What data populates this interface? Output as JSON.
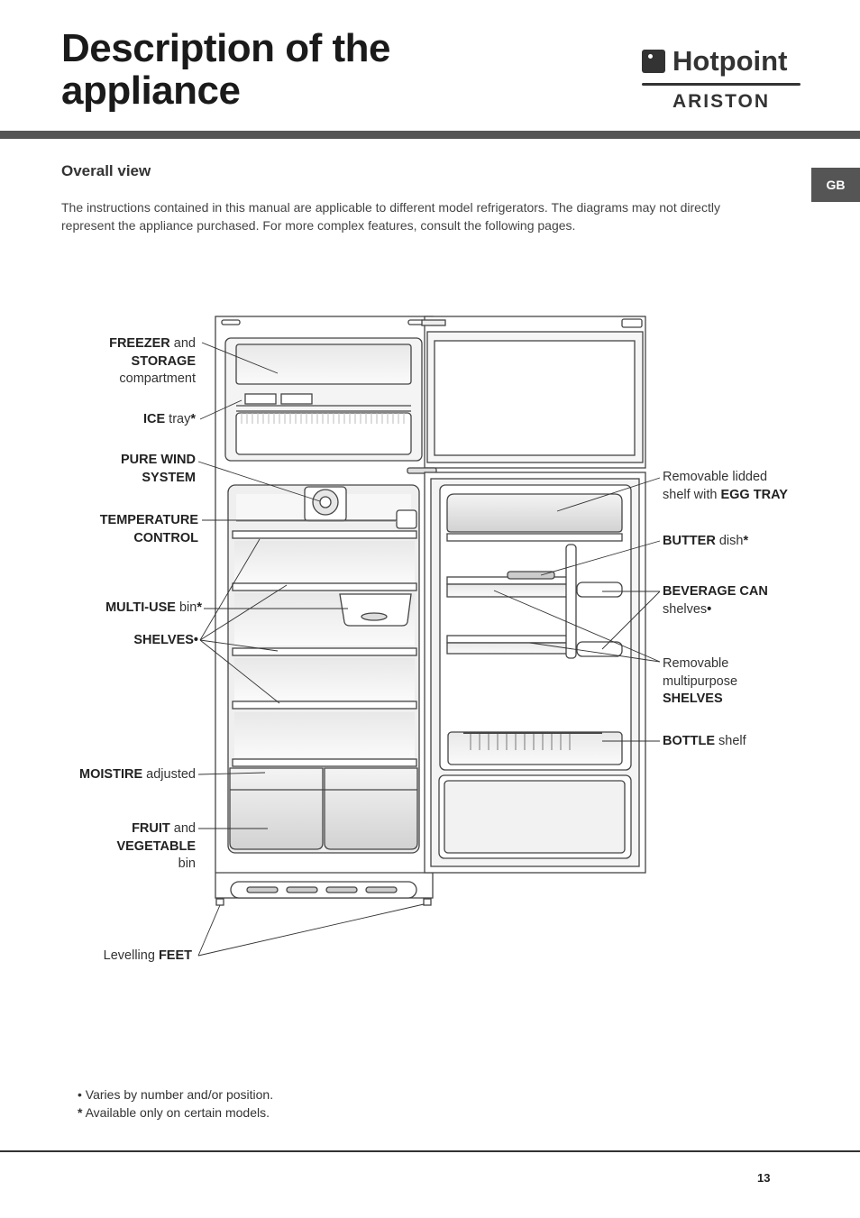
{
  "header": {
    "title_line1": "Description of the",
    "title_line2": "appliance",
    "logo_brand": "Hotpoint",
    "logo_sub": "ARISTON",
    "lang_tab": "GB"
  },
  "section": {
    "title": "Overall view",
    "intro_line1": "The instructions contained in this manual are applicable to different model refrigerators. The diagrams may not directly",
    "intro_line2": "represent the appliance purchased. For more complex features, consult the following pages."
  },
  "labels": {
    "freezer": {
      "b1": "FREEZER",
      "t1": " and",
      "b2": "STORAGE",
      "t3": "compartment"
    },
    "ice": {
      "b1": "ICE",
      "t1": " tray",
      "mark": "*"
    },
    "purewind": {
      "b1": "PURE WIND",
      "b2": "SYSTEM"
    },
    "temperature": {
      "b1": "TEMPERATURE",
      "b2": "CONTROL"
    },
    "multiuse": {
      "b1": "MULTI-USE",
      "t1": " bin",
      "mark": "*"
    },
    "shelves": {
      "b1": "SHELVES",
      "mark": "•"
    },
    "moisture": {
      "b1": "MOISTIRE",
      "t1": " adjusted"
    },
    "fruit": {
      "b1": "FRUIT",
      "t1": " and",
      "b2": "VEGETABLE",
      "t3": "bin"
    },
    "feet": {
      "t1": "Levelling ",
      "b1": "FEET"
    },
    "eggtray": {
      "t1": "Removable lidded",
      "t2": "shelf with ",
      "b2": "EGG TRAY"
    },
    "butter": {
      "b1": "BUTTER",
      "t1": " dish",
      "mark": "*"
    },
    "beverage": {
      "b1": "BEVERAGE CAN",
      "t2": "shelves",
      "mark": "•"
    },
    "multipurpose": {
      "t1": "Removable",
      "t2": "multipurpose",
      "b3": "SHELVES"
    },
    "bottle": {
      "b1": "BOTTLE",
      "t1": " shelf"
    }
  },
  "notes": {
    "bullet": "•",
    "note1": "Varies by number and/or position.",
    "star": "*",
    "note2": "Available only on certain models."
  },
  "footer": {
    "page_number": "13"
  }
}
